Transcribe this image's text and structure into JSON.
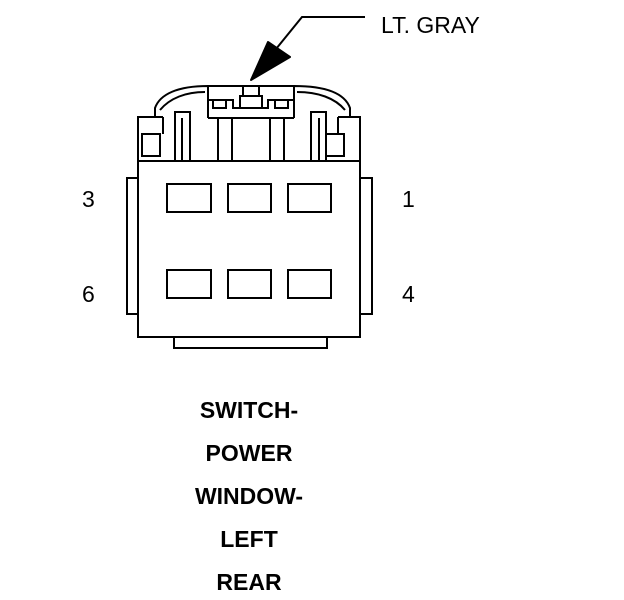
{
  "connector": {
    "color_callout": "LT. GRAY",
    "pins": {
      "top_left": "3",
      "top_right": "1",
      "bottom_left": "6",
      "bottom_right": "4"
    }
  },
  "title_lines": [
    "SWITCH-",
    "POWER",
    "WINDOW-",
    "LEFT",
    "REAR"
  ],
  "colors": {
    "line": "#000000",
    "background": "#ffffff"
  }
}
